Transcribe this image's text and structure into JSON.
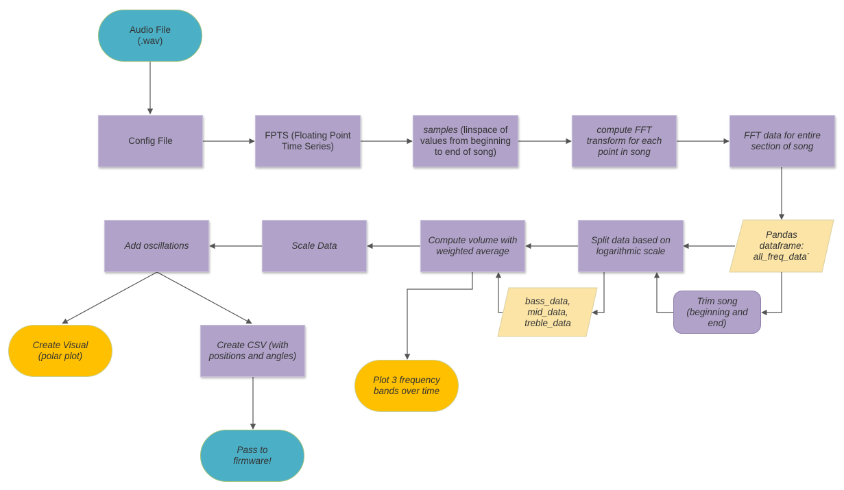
{
  "nodes": {
    "audio_file": "Audio File\n(.wav)",
    "config_file": "Config File",
    "fpts": "FPTS (Floating Point\nTime Series)",
    "samples_em": "samples",
    "samples_rest": " (linspace of values from beginning to end of song)",
    "compute_fft": "compute FFT\ntransform for each\npoint in song",
    "fft_data": "FFT data for entire\nsection of song",
    "pandas_df": "Pandas\ndataframe:\nall_freq_data`",
    "trim_song": "Trim song\n(beginning and\nend)",
    "split_data": "Split data based on\nlogarithmic scale",
    "band_data": "bass_data,\nmid_data,\ntreble_data",
    "compute_volume": "Compute volume with\nweighted average",
    "scale_data": "Scale Data",
    "add_oscillations": "Add oscillations",
    "create_visual": "Create Visual\n(polar plot)",
    "create_csv": "Create CSV (with\npositions and angles)",
    "plot_bands": "Plot 3 frequency\nbands over time",
    "pass_firmware": "Pass to\nfirmware!"
  },
  "colors": {
    "process": "#b0a2c8",
    "data": "#fbe4a6",
    "terminal_blue": "#4bafc6",
    "terminal_yellow": "#ffc000",
    "connector": "#555555"
  }
}
